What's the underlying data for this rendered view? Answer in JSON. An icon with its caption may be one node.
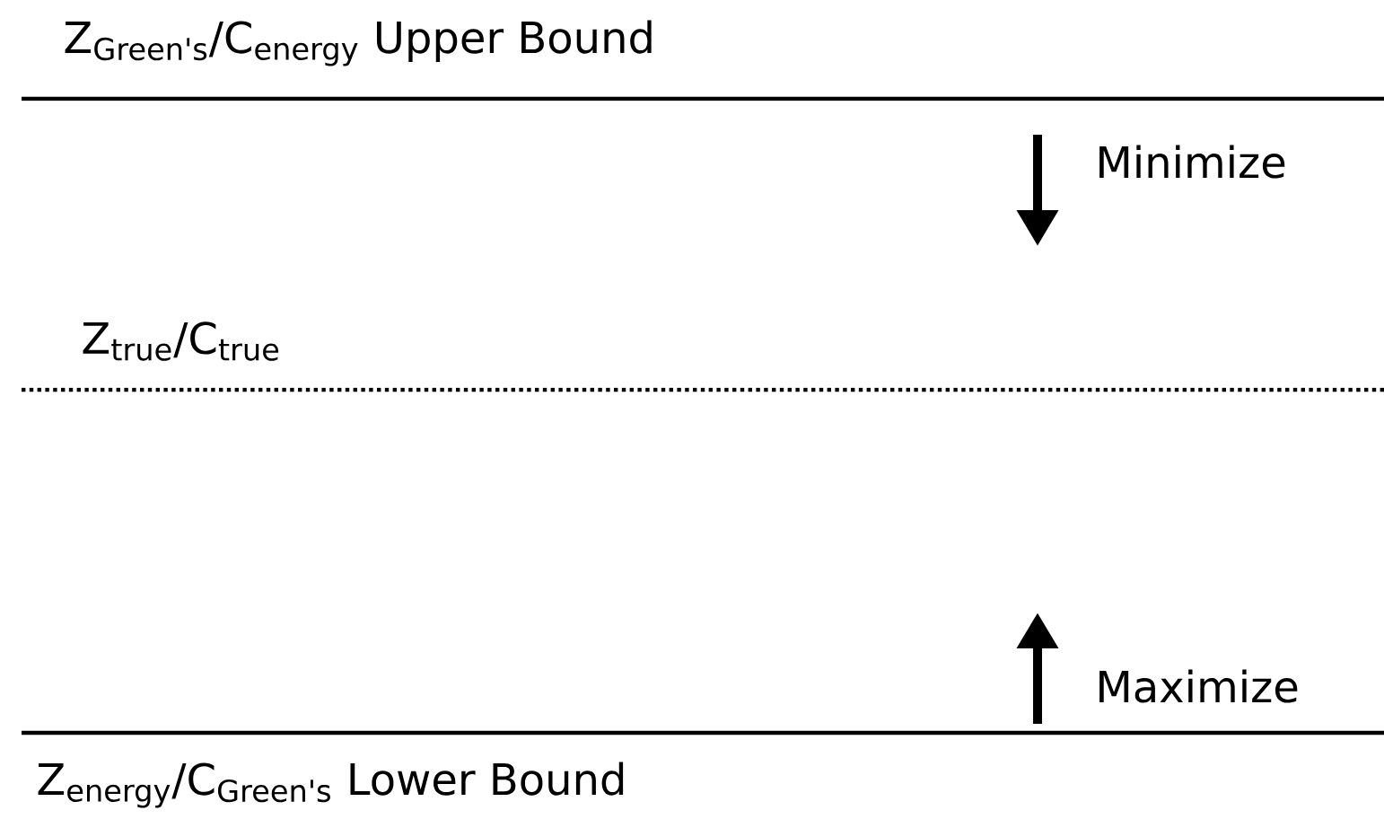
{
  "diagram": {
    "labels": [
      "Z$_{Green's}$/C$_{energy}$ Upper Bound",
      "Minimize",
      "Z$_{true}$/C$_{true}$",
      "Maximize",
      "Z$_{energy}$/C$_{Green's}$ Lower Bound"
    ]
  }
}
